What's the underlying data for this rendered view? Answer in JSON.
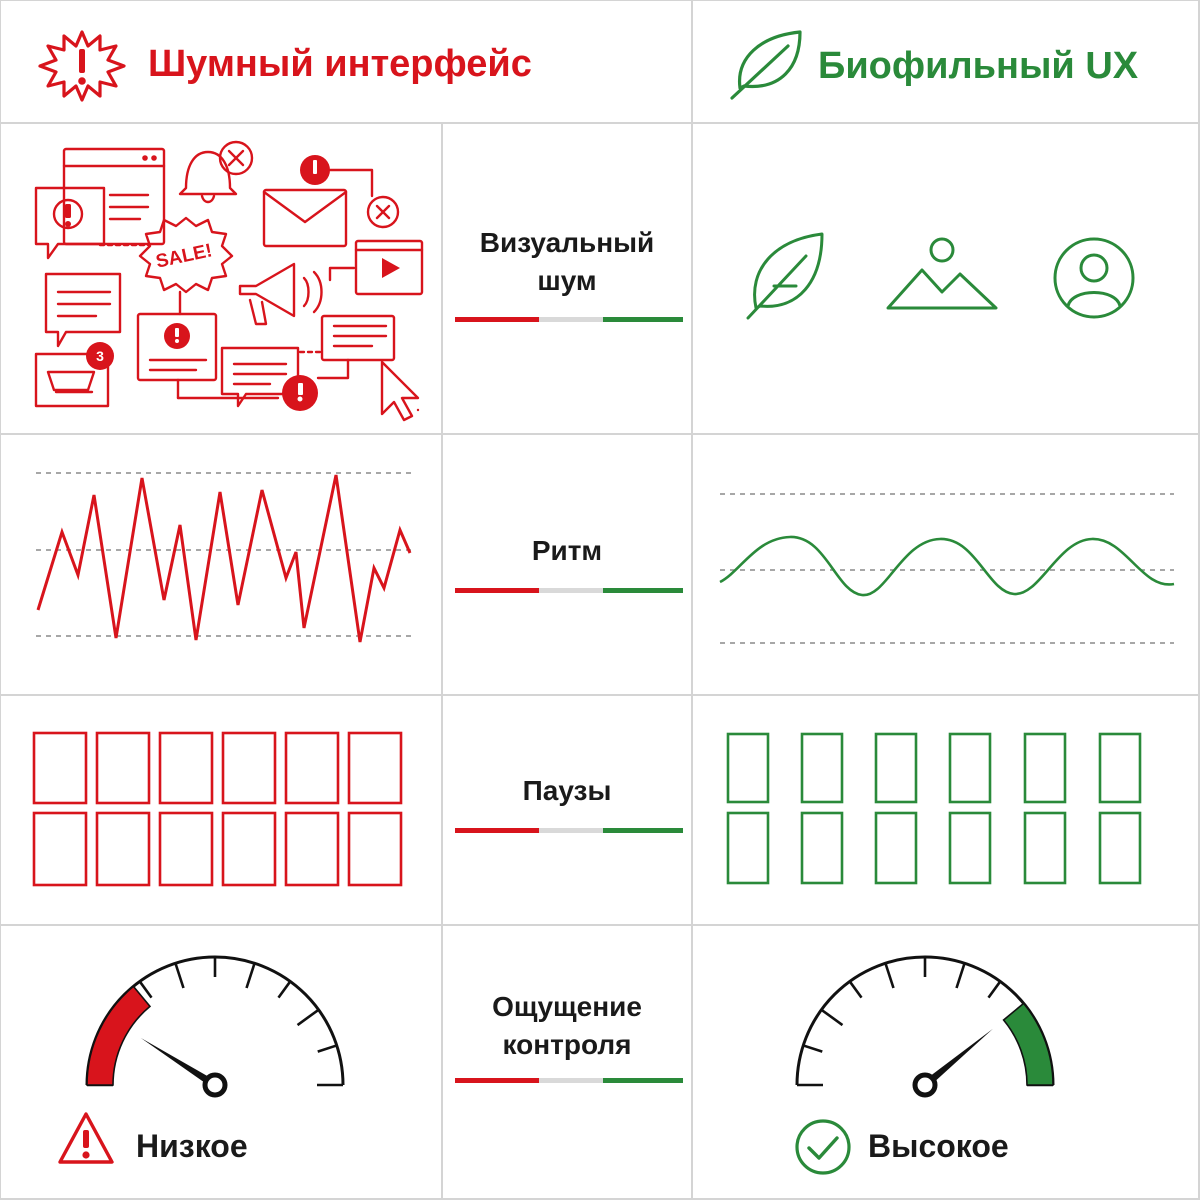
{
  "header": {
    "left_title": "Шумный интерфейс",
    "right_title": "Биофильный UX"
  },
  "rows": [
    {
      "label_lines": [
        "Визуальный",
        "шум"
      ]
    },
    {
      "label_lines": [
        "Ритм"
      ]
    },
    {
      "label_lines": [
        "Паузы"
      ]
    },
    {
      "label_lines": [
        "Ощущение",
        "контроля"
      ]
    }
  ],
  "noisy_visual": {
    "sale_badge": "SALE!",
    "cart_badge_count": "3"
  },
  "gauges": {
    "left_caption": "Низкое",
    "right_caption": "Высокое",
    "left_level_fraction": 0.18,
    "right_level_fraction": 0.78
  },
  "colors": {
    "noisy": "#d8141c",
    "calm": "#2a8a3a",
    "neutral": "#d9d9d9",
    "grid": "#d4d4d4"
  },
  "icons": {
    "noisy_header": "warning-burst-icon",
    "calm_header": "leaf-icon",
    "calm_visual": [
      "leaf-icon",
      "landscape-icon",
      "user-avatar-icon"
    ],
    "low_caption": "warning-triangle-icon",
    "high_caption": "check-circle-icon"
  }
}
